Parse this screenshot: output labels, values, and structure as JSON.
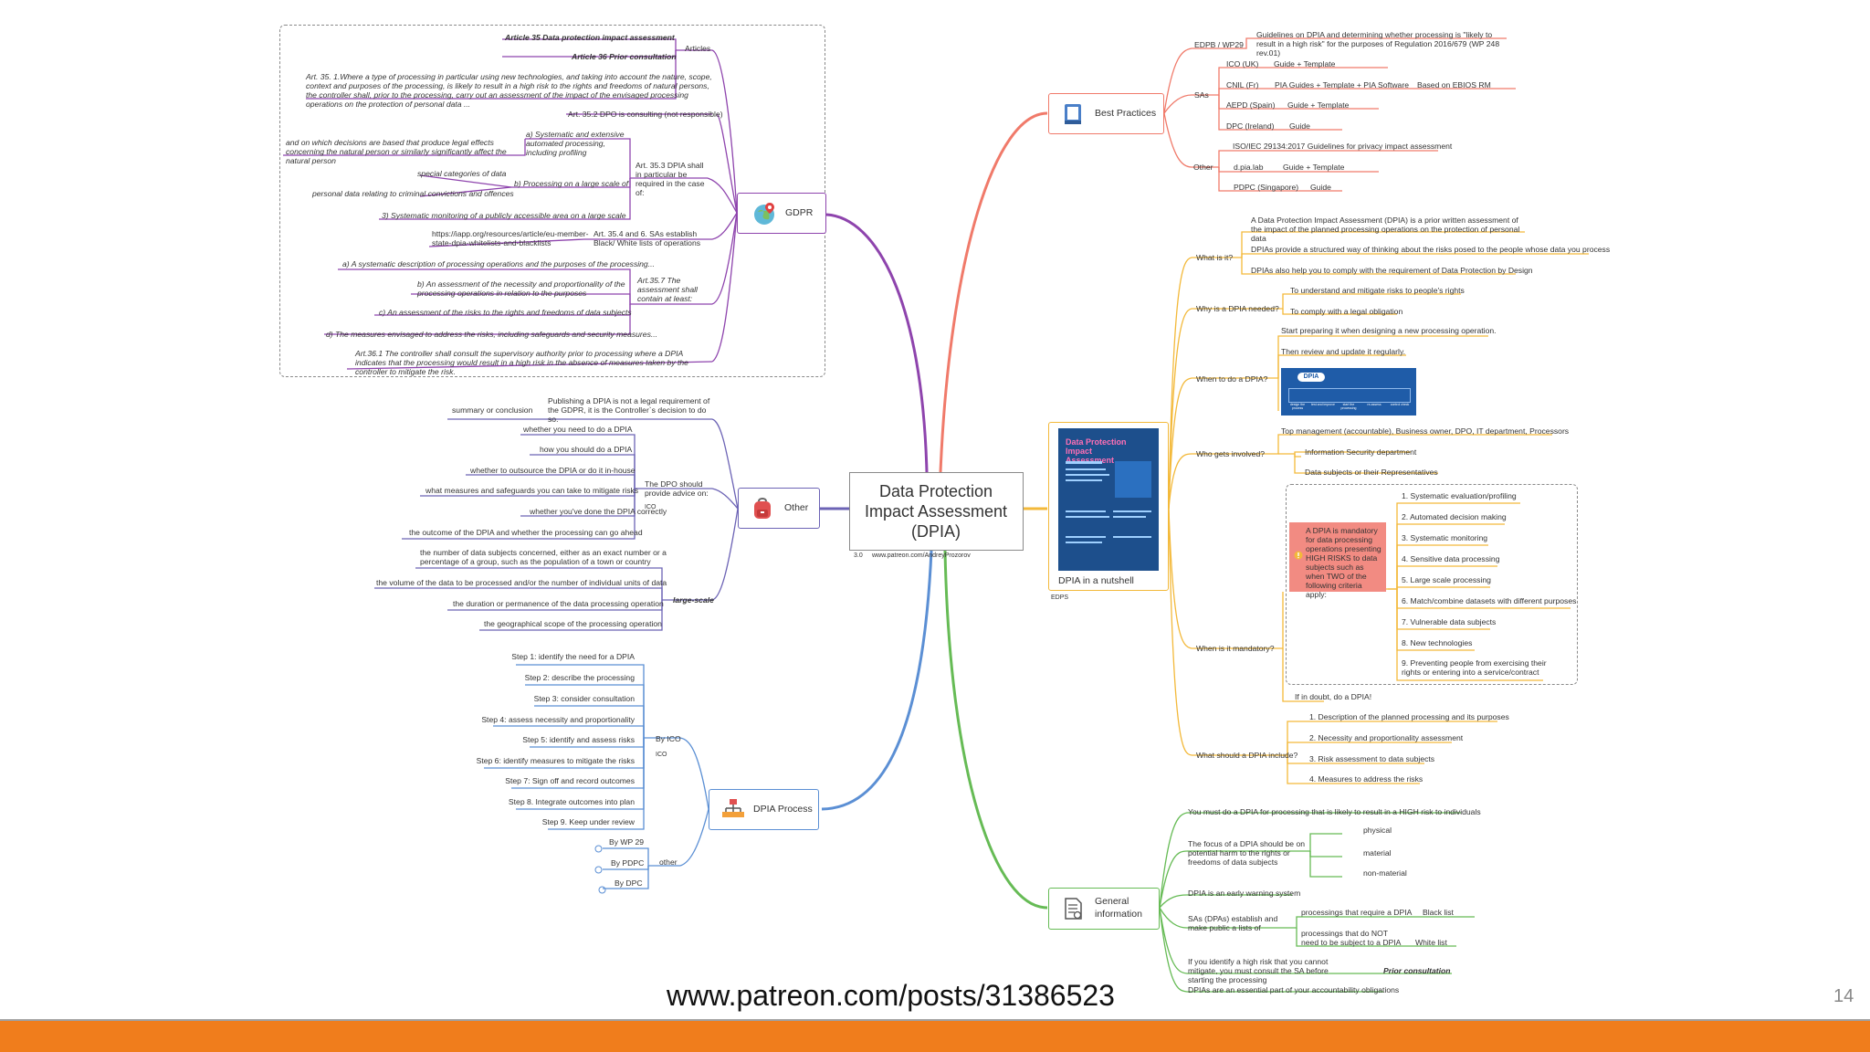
{
  "colors": {
    "gdpr": "#8e44ad",
    "other": "#6c63b5",
    "process": "#5b8fd4",
    "best": "#f07a6a",
    "nutshell": "#f3b93a",
    "general": "#66bb55",
    "footer_bar": "#f07d1c"
  },
  "center": {
    "title_line1": "Data Protection",
    "title_line2": "Impact Assessment",
    "title_line3": "(DPIA)",
    "version": "3.0",
    "url": "www.patreon.com/AndreyProzorov"
  },
  "footer": {
    "url": "www.patreon.com/posts/31386523",
    "page": "14"
  },
  "gdpr": {
    "label": "GDPR",
    "icon": "globe-pin-icon",
    "articles_label": "Articles",
    "art35_title": "Article 35 Data protection impact assessment",
    "art36_title": "Article 36 Prior consultation",
    "art35_1": "Art. 35. 1.Where a type of processing in particular using new technologies, and taking into account the nature, scope, context and purposes of the processing, is likely to result in a high risk to the rights and freedoms of natural persons, the controller shall, prior to the processing, carry out an assessment of the impact of the envisaged processing operations on the protection of personal data ...",
    "art35_2": "Art. 35.2 DPO is consulting (not responsible)",
    "art35_3": "Art. 35.3 DPIA shall in particular be required in the case of:",
    "a_label": "a) Systematic and extensive automated processing, including profiling",
    "a_detail": "and on which decisions are based that produce legal effects concerning the natural person or similarly significantly affect the natural person",
    "b_label": "b) Processing on a large scale of",
    "b_1": "special categories of data",
    "b_2": "personal data relating to criminal convictions and offences",
    "c_label": "3) Systematic monitoring of a publicly accessible area on a large scale",
    "art35_4": "Art. 35.4 and 6. SAs establish Black/ White lists of operations",
    "art35_4_link": "https://iapp.org/resources/article/eu-member-state-dpia-whitelists-and-blacklists",
    "art35_7": "Art.35.7 The assessment shall contain at least:",
    "c7_a": "a) A systematic description of processing operations and the purposes of the processing...",
    "c7_b": "b) An assessment of the necessity and proportionality of the processing operations in relation to the purposes",
    "c7_c": "c) An assessment of the risks to the rights and freedoms of data subjects",
    "c7_d": "d) The measures envisaged to address the risks, including safeguards and security measures...",
    "art36_1": "Art.36.1 The controller shall consult the supervisory authority prior to processing where a DPIA indicates that the processing would result in a high risk in the absence of measures taken by the controller to mitigate the risk."
  },
  "other": {
    "label": "Other",
    "icon": "backpack-icon",
    "summary": "summary or conclusion",
    "publishing": "Publishing a DPIA is not a legal requirement of the GDPR, it is the Controller`s decision to do so.",
    "dpo": "The DPO should provide advice on:",
    "ico": "ICO",
    "dpo_items": [
      "whether you need to do a DPIA",
      "how you should do a DPIA",
      "whether to outsource the DPIA or do it in-house",
      "what measures and safeguards you can take to mitigate risks",
      "whether you've done the DPIA correctly",
      "the outcome of the DPIA and whether the processing can go ahead"
    ],
    "large_scale": "large-scale",
    "ls_items": [
      "the number of data subjects concerned, either as an exact number or a percentage of a group, such as the population of a town or country",
      "the volume of the data to be processed and/or the number of individual units of data",
      "the duration or permanence of the data processing operation",
      "the geographical scope of the processing operation"
    ]
  },
  "process": {
    "label": "DPIA Process",
    "icon": "flowchart-icon",
    "by_ico": "By ICO",
    "ico": "ICO",
    "steps": [
      "Step 1: identify the need for a DPIA",
      "Step 2: describe the processing",
      "Step 3: consider consultation",
      "Step 4: assess necessity and proportionality",
      "Step 5: identify and assess risks",
      "Step 6: identify measures to mitigate the risks",
      "Step 7: Sign off and record outcomes",
      "Step 8. Integrate outcomes into plan",
      "Step 9. Keep under review"
    ],
    "other": "other",
    "others": [
      "By WP 29",
      "By PDPC",
      "By DPC"
    ]
  },
  "best": {
    "label": "Best Practices",
    "icon": "book-icon",
    "edpb": "EDPB / WP29",
    "edpb_detail": "Guidelines on DPIA and determining whether processing is \"likely to result in a high risk\" for the purposes of Regulation 2016/679 (WP 248 rev.01)",
    "sas": "SAs",
    "sa_items": [
      {
        "name": "ICO (UK)",
        "detail": "Guide + Template"
      },
      {
        "name": "CNIL (Fr)",
        "detail": "PIA Guides + Template + PIA Software"
      },
      {
        "name": "AEPD (Spain)",
        "detail": "Guide + Template"
      },
      {
        "name": "DPC (Ireland)",
        "detail": "Guide"
      }
    ],
    "cnil_extra": "Based on EBIOS RM",
    "other": "Other",
    "other_items": [
      {
        "name": "ISO/IEC 29134:2017 Guidelines for privacy impact assessment",
        "detail": ""
      },
      {
        "name": "d.pia.lab",
        "detail": "Guide + Template"
      },
      {
        "name": "PDPC (Singapore)",
        "detail": "Guide"
      }
    ]
  },
  "nutshell": {
    "label": "DPIA in a nutshell",
    "edps": "EDPS",
    "book_title": "Data Protection Impact Assessment",
    "what": "What is it?",
    "what_items": [
      "A Data Protection Impact Assessment (DPIA) is a prior written assessment of the impact of the planned processing operations on the protection of personal data",
      "DPIAs provide a structured way of thinking about the risks posed to the people whose data you process",
      "DPIAs also help you to comply with the requirement of Data Protection by Design"
    ],
    "why": "Why is a DPIA needed?",
    "why_items": [
      "To understand and mitigate risks to people's rights",
      "To comply with a legal obligation"
    ],
    "when": "When to do a DPIA?",
    "when_items": [
      "Start preparing it when designing a new processing operation.",
      "Then review and update it regularly."
    ],
    "mini": {
      "label": "DPIA",
      "steps": [
        "design the process",
        "test and improve",
        "start the processing",
        "re-assess",
        "control check"
      ]
    },
    "who": "Who gets involved?",
    "who_items": [
      "Top management (accountable), Business owner, DPO, IT department, Processors",
      "Information Security department",
      "Data subjects or their Representatives"
    ],
    "mandatory": "When is it mandatory?",
    "mandatory_box": "A DPIA is mandatory for data processing operations presenting HIGH RISKS to data subjects such as when TWO of the following criteria apply:",
    "criteria": [
      "1. Systematic evaluation/profiling",
      "2. Automated decision making",
      "3. Systematic monitoring",
      "4. Sensitive data processing",
      "5. Large scale processing",
      "6. Match/combine datasets with different purposes",
      "7. Vulnerable data subjects",
      "8. New technologies",
      "9. Preventing people from exercising their rights or entering into a service/contract"
    ],
    "doubt": "If in doubt, do a DPIA!",
    "include": "What should a DPIA include?",
    "include_items": [
      "1. Description of the planned processing and its purposes",
      "2. Necessity and proportionality assessment",
      "3. Risk assessment to data subjects",
      "4. Measures to address the risks"
    ]
  },
  "general": {
    "label_line1": "General",
    "label_line2": "information",
    "icon": "document-icon",
    "high": "You must do a DPIA for processing that is likely to result in a HIGH risk to individuals",
    "focus": "The focus of a DPIA should be on potential harm to the rights or freedoms of data subjects",
    "harms": [
      "physical",
      "material",
      "non-material"
    ],
    "warning": "DPIA is an early warning system",
    "sas": "SAs (DPAs) establish and make public a lists of",
    "require": "processings that require a DPIA",
    "black": "Black list",
    "not_require": "processings that do NOT need to be subject to a DPIA",
    "white": "White list",
    "identify": "If you identify a high risk that you cannot mitigate, you must consult the SA before starting the processing",
    "prior": "Prior consultation",
    "accountability": "DPIAs are an essential part of your accountability obligations"
  }
}
